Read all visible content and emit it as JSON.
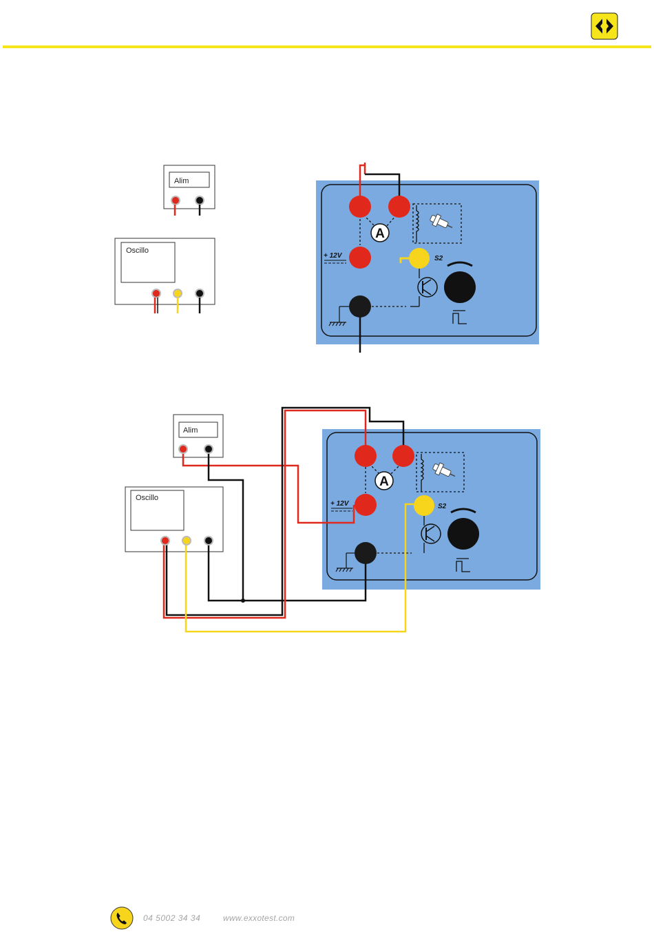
{
  "header": {
    "logo_icon": "exxotest-logo-icon"
  },
  "colors": {
    "accent": "#f7e51c",
    "panel": "#7aaadf",
    "red": "#e0281c",
    "yellow": "#f7d51c",
    "black": "#111111"
  },
  "top_diagram": {
    "alim_label": "Alim",
    "oscillo_label": "Oscillo",
    "voltage_label": "+ 12V",
    "ammeter_label": "A",
    "sensor_label": "S2"
  },
  "bottom_diagram": {
    "alim_label": "Alim",
    "oscillo_label": "Oscillo",
    "voltage_label": "+ 12V",
    "ammeter_label": "A",
    "sensor_label": "S2"
  },
  "footer": {
    "phone_icon": "phone-icon",
    "phone": "04 5002 34 34",
    "website": "www.exxotest.com"
  }
}
